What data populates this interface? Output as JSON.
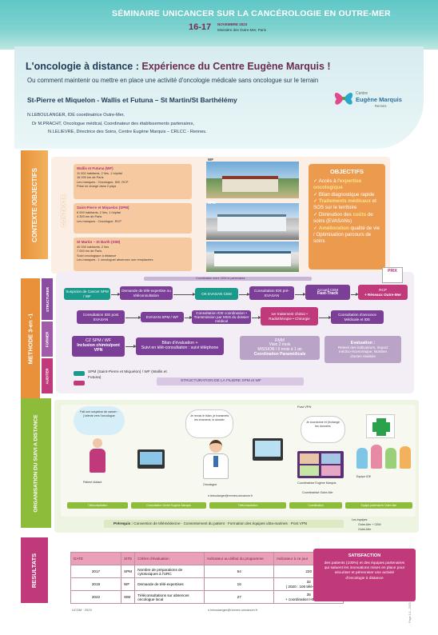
{
  "header": {
    "seminar": "SÉMINAIRE UNICANCER SUR LA CANCÉROLOGIE EN OUTRE-MER",
    "date_days": "16-17",
    "date_month": "NOVEMBRE 2023",
    "venue": "Ministère des Outre-Mer, Paris"
  },
  "title": {
    "main": "L'oncologie à distance : ",
    "sub": "Expérience du Centre Eugène Marquis !",
    "tagline": "Ou comment maintenir ou mettre en place une activité d'oncologie médicale sans oncologue sur le terrain",
    "territories": "St-Pierre et Miquelon - Wallis et Futuna – St Martin/St Barthélémy",
    "authors": [
      "N.LEBOULANGER, IDE coordinatrice Outre-Mer,",
      "Dr M.PRACHT, Oncologue médical, Coordinateur des établissements partenaires,",
      "N.LELIEVRE, Directrice des Soins, Centre Eugène Marquis – CRLCC - Rennes."
    ]
  },
  "logo": {
    "line1": "Centre",
    "line2": "Eugène Marquis",
    "line3": "Rennes"
  },
  "sections": {
    "contexte": "CONTEXTE /OBJECTIFS",
    "contexte_inner": "CONTEXTE",
    "methode": "METHODE 3-en -1",
    "structurer": "STRUCTURER",
    "former": "FORMER",
    "auditer": "AUDITER",
    "organisation": "ORGANISATION DU SUIVI A DISTANCE",
    "resultats": "RESULTATS"
  },
  "contexte": {
    "wf": {
      "title": "Wallis et Futuna (WF)",
      "lines": [
        "11 000 habitants, 2 îles, 1 hôpital",
        "16 000 km de Paris",
        "Les manques : Oncologue, IDE, RCP",
        "Prise en charge dans 2 pays"
      ]
    },
    "spm": {
      "title": "Saint-Pierre et Miquelon (SPM)",
      "lines": [
        "6 000 habitants, 2 îles, 1 hôpital",
        "4 300 km de Paris",
        "Les manques : Oncologue, RCP"
      ]
    },
    "stm": {
      "title": "St Martin – St Barth (StM)",
      "lines": [
        "40 000 habitants, 2 îles",
        "7 000 km de Paris",
        "Suivi oncologique à distance",
        "Les manques : 1 oncologue/ absences non remplacées"
      ]
    }
  },
  "photos": {
    "wf": "WF",
    "spm": "SPM"
  },
  "objectifs": {
    "title": "OBJECTIFS",
    "items": [
      {
        "a": "Accès à l'",
        "b": "expertise oncologique"
      },
      {
        "a": "Bilan diagnostique rapide"
      },
      {
        "b": "Traitements médicaux",
        "a": " et SOS sur le territoire"
      },
      {
        "a": "Diminution des ",
        "b": "coûts",
        "c": " de soins (EVASANs)"
      },
      {
        "b": "Amélioration",
        "a": " qualité de vie / Optimisation parcours de soins"
      }
    ]
  },
  "methode": {
    "banner": "Coordination entre CEM et partenaires",
    "badge": "PRIX",
    "row1": [
      "Suspicion de Cancer SPM / WF",
      "Demande de télé-expertise ou téléconsultation",
      "OK EVASAN CEM",
      "Consultation IDE pré-EVASAN",
      {
        "a": "Accueil CEM",
        "b": "Fast-Track"
      },
      {
        "a": "RCP",
        "b": "+ Réseaux Outre-Mer"
      }
    ],
    "row2": [
      "Consultation IDE post EVASAN",
      "EVASAN SPM / WF",
      "Consultation IDE coordination • Transmission par MSS du dossier médical",
      "1er traitement chimio • Radiothérapie • Chirurgie",
      "Consultation d'annonce Médicale et IDE"
    ],
    "row3": [
      {
        "a": "CZ SPM / WF",
        "b": "Inclusion chimio/pont",
        "c": "VPN"
      },
      {
        "a": "Bilan d'évaluation +",
        "b": "Suivi en télé-consultation : suivi téléphone"
      },
      {
        "a": "RMM",
        "b": "Visio 2 mois",
        "c": "MISSION / 6 mois à 1 an",
        "d": "Coordination Paramédicale"
      },
      {
        "a": "Evaluation :",
        "b": "Relevé des indicateurs, impact",
        "c": "médico-économique, Nombre",
        "d": "d'actes réalisés"
      }
    ],
    "legend": [
      "SPM (Saint-Pierre et Miquelon) / WF (Wallis et",
      "Futuna)"
    ],
    "structuration": "STRUCTURATION DE LA FILIERE SPM et WF"
  },
  "organisation": {
    "bubble1": "Fait une suspicion de cancer : j'oriente vers l'oncologue",
    "bubble2": "Je revois le bilan, je transmets les examens, le dossier",
    "bubble3": "Je coordonne et j'échange les données",
    "post_vpn": "Post VPN",
    "labels": {
      "patient": "Patient /Aidant",
      "oncologue": "Oncologue",
      "coord": "Coordinatrice Eugène Marquis",
      "coord_om": "Coordinatrice Outre-Mer",
      "equipe": "Equipe IDE",
      "email": "n.leboulanger@rennes.unicancer.fr"
    },
    "bars": [
      "Téléconsultation",
      "Consultation Centre Eugène Marquis",
      "Téléconsultation",
      "Coordination",
      "Equipe partenaires Outre-Mer"
    ],
    "prerequis_label": "Prérequis :",
    "prerequis": "Convention de télémédecine · Consentement du patient · Formation des équipes ultra-marines · Pont VPN",
    "legend": [
      "Les équipes",
      "Outre-Mer + CEM",
      "Outre-Mer"
    ]
  },
  "resultats": {
    "headers": [
      "DATE",
      "SITE",
      "Critère d'évaluation",
      "Indicateur au début du programme",
      "Indicateur à ce jour"
    ],
    "rows": [
      [
        "2017",
        "SPM",
        "Nombre de préparations de cytotoxiques à l'URC",
        "54",
        "220"
      ],
      [
        "2019",
        "WF",
        "Demande de télé-expertises",
        "16",
        "32",
        "( 2020 : 100 télé-expertises)"
      ],
      [
        "2022",
        "StM",
        "Téléconsultations sur absences oncologue local",
        "27",
        "35",
        "+ coordination HDJ été 2023"
      ]
    ],
    "satisfaction": {
      "title": "SATISFACTION",
      "lines": [
        "des patients (100%) et des équipes partenaires",
        "qui saluent les innovations mises en place pour",
        "sécuriser et pérenniser une activité",
        "d'oncologie à distance"
      ]
    }
  },
  "footer": {
    "left": "UCOM · 2023",
    "email": "n.leboulanger@rennes.unicancer.fr",
    "right": "Page 1/1 - 2023"
  }
}
